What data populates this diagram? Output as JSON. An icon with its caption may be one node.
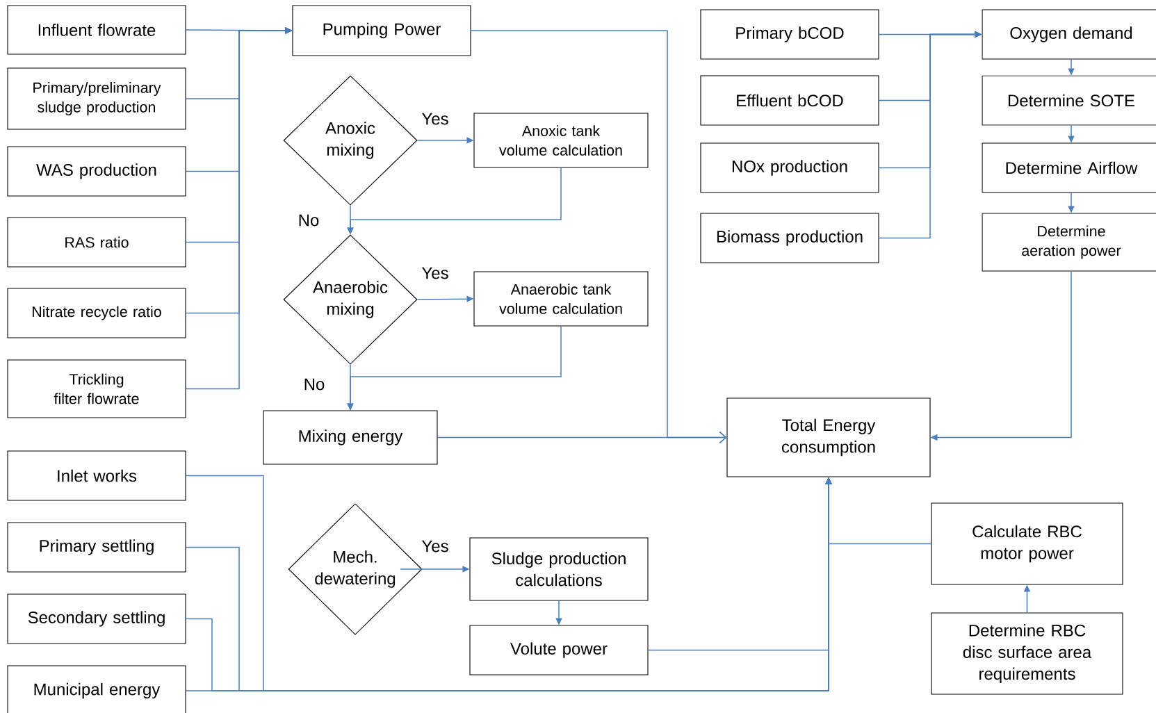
{
  "diagram": {
    "nodes": [
      {
        "text": [
          "Influent flowrate"
        ]
      },
      {
        "text": [
          "Primary/preliminary sludge production"
        ]
      },
      {
        "text": [
          "WAS production"
        ]
      },
      {
        "text": [
          "RAS ratio"
        ]
      },
      {
        "text": [
          "Nitrate recycle ratio"
        ]
      },
      {
        "text": [
          "Trickling filter flowrate"
        ]
      },
      {
        "text": [
          "Pumping Power"
        ]
      },
      {
        "text": [
          "Anoxic mixing"
        ]
      },
      {
        "text": [
          "Anoxic tank volume calculation"
        ]
      },
      {
        "text": [
          "Anaerobic mixing"
        ]
      },
      {
        "text": [
          "Anaerobic tank volume calculation"
        ]
      },
      {
        "text": [
          "Mixing energy"
        ]
      },
      {
        "text": [
          "Primary bCOD"
        ]
      },
      {
        "text": [
          "Effluent bCOD"
        ]
      },
      {
        "text": [
          "NOx production"
        ]
      },
      {
        "text": [
          "Biomass production"
        ]
      },
      {
        "text": [
          "Oxygen demand"
        ]
      },
      {
        "text": [
          "Determine SOTE"
        ]
      },
      {
        "text": [
          "Determine Airflow"
        ]
      },
      {
        "text": [
          "Determine aeration power"
        ]
      },
      {
        "text": [
          "Total Energy consumption"
        ]
      },
      {
        "text": [
          "Inlet works"
        ]
      },
      {
        "text": [
          "Primary settling"
        ]
      },
      {
        "text": [
          "Secondary settling"
        ]
      },
      {
        "text": [
          "Municipal energy"
        ]
      },
      {
        "text": [
          "Mech. dewatering"
        ]
      },
      {
        "text": [
          "Sludge production calculations"
        ]
      },
      {
        "text": [
          "Volute power"
        ]
      },
      {
        "text": [
          "Calculate RBC motor power"
        ]
      },
      {
        "text": [
          "Determine RBC disc surface area requirements"
        ]
      }
    ],
    "edges": [
      {
        "from": 0,
        "to": 6,
        "arrow": "to"
      },
      {
        "from": 1,
        "to": 6,
        "arrow": "to"
      },
      {
        "from": 2,
        "to": 6,
        "arrow": "to"
      },
      {
        "from": 3,
        "to": 6,
        "arrow": "to"
      },
      {
        "from": 4,
        "to": 6,
        "arrow": "to"
      },
      {
        "from": 5,
        "to": 6,
        "arrow": "to"
      },
      {
        "from": 6,
        "to": 20,
        "arrow": "to"
      },
      {
        "from": 7,
        "to": 8,
        "arrow": "to",
        "label": "Yes"
      },
      {
        "from": 7,
        "to": 9,
        "arrow": "to",
        "label": "No"
      },
      {
        "from": 8,
        "to": 9,
        "arrow": "to"
      },
      {
        "from": 9,
        "to": 10,
        "arrow": "to",
        "label": "Yes"
      },
      {
        "from": 9,
        "to": 11,
        "arrow": "to",
        "label": "No"
      },
      {
        "from": 10,
        "to": 11,
        "arrow": "to"
      },
      {
        "from": 11,
        "to": 20,
        "arrow": "to"
      },
      {
        "from": 12,
        "to": 16,
        "arrow": "to"
      },
      {
        "from": 13,
        "to": 16,
        "arrow": "to"
      },
      {
        "from": 14,
        "to": 16,
        "arrow": "to"
      },
      {
        "from": 15,
        "to": 16,
        "arrow": "to"
      },
      {
        "from": 16,
        "to": 17,
        "arrow": "to"
      },
      {
        "from": 17,
        "to": 18,
        "arrow": "to"
      },
      {
        "from": 18,
        "to": 19,
        "arrow": "to"
      },
      {
        "from": 19,
        "to": 20,
        "arrow": "to"
      },
      {
        "from": 21,
        "to": 20,
        "arrow": "to"
      },
      {
        "from": 22,
        "to": 20,
        "arrow": "to"
      },
      {
        "from": 23,
        "to": 20,
        "arrow": "to"
      },
      {
        "from": 24,
        "to": 20,
        "arrow": "to"
      },
      {
        "from": 25,
        "to": 26,
        "arrow": "to",
        "label": "Yes"
      },
      {
        "from": 26,
        "to": 27,
        "arrow": "to"
      },
      {
        "from": 27,
        "to": 20,
        "arrow": "to"
      },
      {
        "from": 28,
        "to": 20,
        "arrow": "to"
      },
      {
        "from": 29,
        "to": 28,
        "arrow": "to"
      }
    ]
  }
}
